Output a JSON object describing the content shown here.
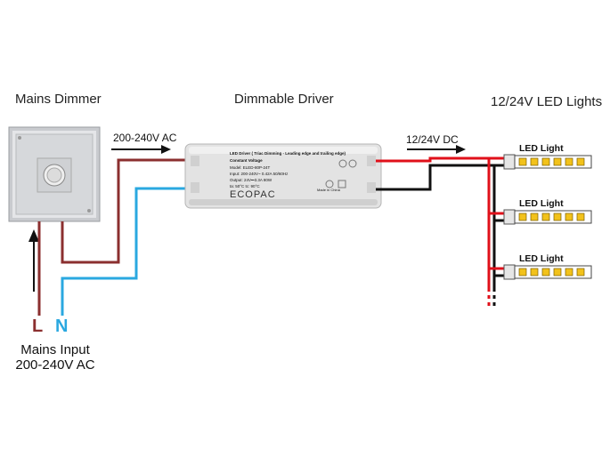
{
  "titles": {
    "dimmer": "Mains Dimmer",
    "driver": "Dimmable Driver",
    "lights": "12/24V LED Lights"
  },
  "labels": {
    "ac_in": "200-240V AC",
    "dc_out": "12/24V DC",
    "live": "L",
    "neutral": "N",
    "mains_input_1": "Mains Input",
    "mains_input_2": "200-240V AC"
  },
  "driver_label": {
    "line1": "LED Driver ( Triac Dimming - Leading edge and trailing edge)",
    "line2": "Constant Voltage",
    "line3": "Model: ELED-80P-24T",
    "line4": "Input: 200-240V~ 0.42A  50/60Hz",
    "line5": "Output: 24V⎓3.3A  80W",
    "line6": "ta: 50°C  tc: 90°C",
    "brand": "ECOPAC",
    "made_in": "Made in China"
  },
  "strips": [
    {
      "label": "LED Light"
    },
    {
      "label": "LED Light"
    },
    {
      "label": "LED Light"
    }
  ],
  "colors": {
    "live": "#8b2f2f",
    "neutral": "#2aa8e0",
    "dc_positive": "#e0101a",
    "dc_negative": "#111111",
    "led": "#f2c21b",
    "strip": "#ffffff"
  }
}
